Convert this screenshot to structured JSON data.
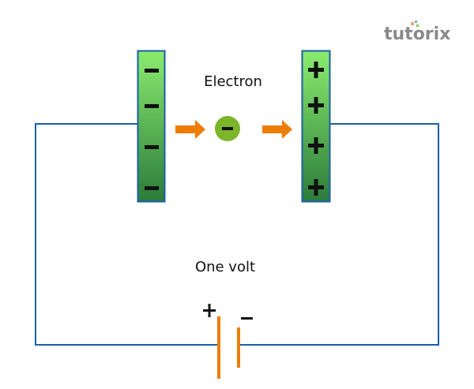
{
  "logo": {
    "text": "tutorix"
  },
  "labels": {
    "electron": "Electron",
    "voltage": "One volt"
  },
  "negative_plate": {
    "signs": [
      "−",
      "−",
      "−",
      "−"
    ]
  },
  "positive_plate": {
    "signs": [
      "+",
      "+",
      "+",
      "+"
    ]
  },
  "electron": {
    "sign": "−"
  },
  "battery": {
    "positive": "+",
    "negative": "−"
  },
  "colors": {
    "wire": "#1a5fa8",
    "plate_top": "#88ea6c",
    "plate_bottom": "#2a7a3a",
    "arrow": "#ee7d06",
    "electron": "#7cb52a",
    "battery": "#ee7d06",
    "logo": "#8a8a8a"
  }
}
